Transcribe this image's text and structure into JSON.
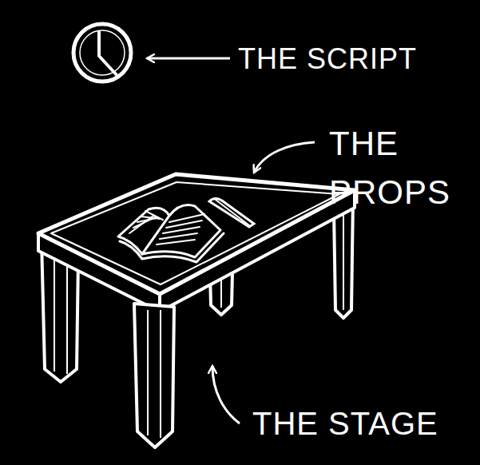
{
  "diagram": {
    "labels": [
      "THE SCRIPT",
      "THE PROPS",
      "THE STAGE"
    ]
  }
}
